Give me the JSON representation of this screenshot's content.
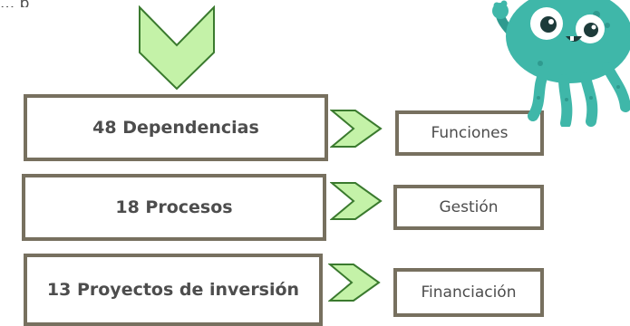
{
  "diagram": {
    "top_text": "... p",
    "rows": [
      {
        "main": "48 Dependencias",
        "target": "Funciones"
      },
      {
        "main": "18 Procesos",
        "target": "Gestión"
      },
      {
        "main": "13 Proyectos de inversión",
        "target": "Financiación"
      }
    ]
  },
  "colors": {
    "chevron_fill": "#c4f2a8",
    "chevron_stroke": "#3a7a2e",
    "box_border": "#77705f",
    "text": "#4d4d4d",
    "mascot_body": "#3fb7a9"
  },
  "icons": {
    "down_arrow": "chevron-down-icon",
    "right_arrow": "chevron-right-icon",
    "mascot": "monster-mascot-icon"
  }
}
